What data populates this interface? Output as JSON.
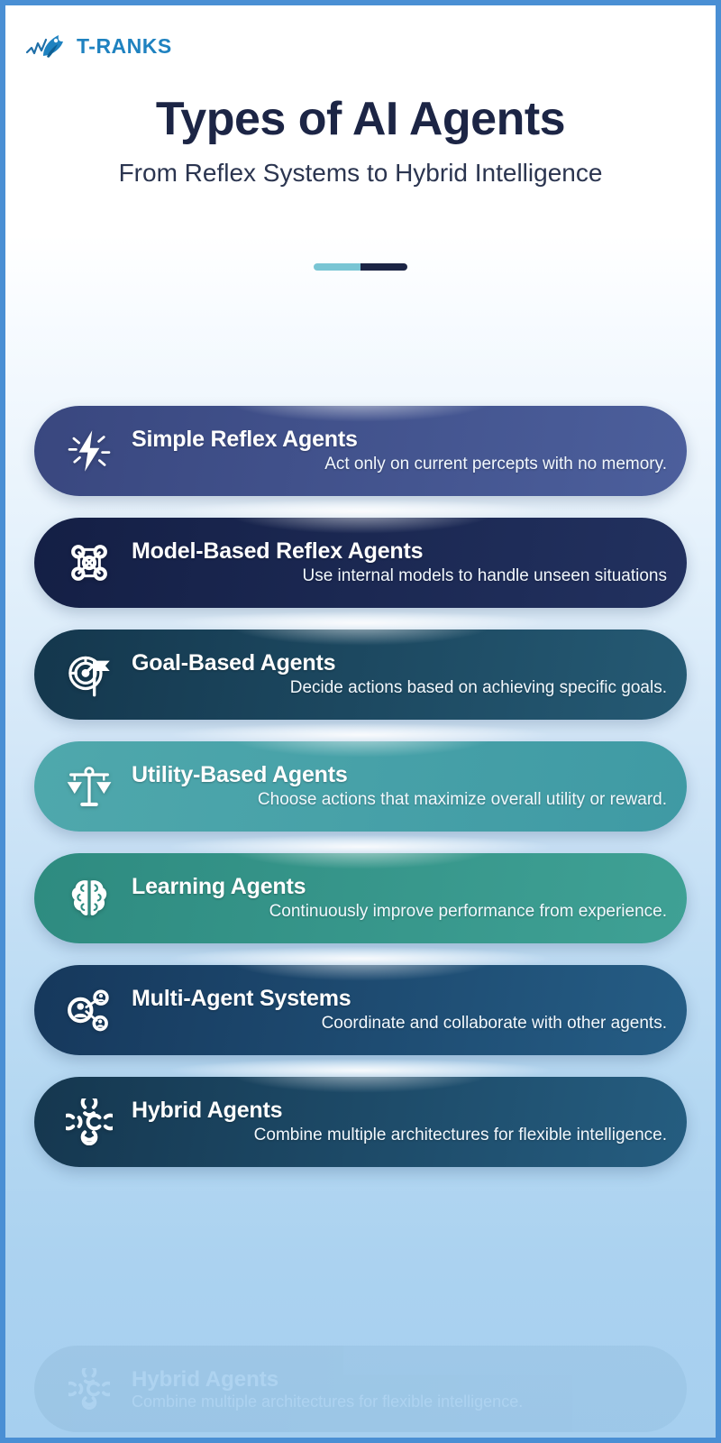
{
  "brand": {
    "wordmark": "T-RANKS",
    "logo_icon": "rocket-chart-icon",
    "color": "#1f82c0"
  },
  "header": {
    "title": "Types of AI Agents",
    "subtitle": "From Reflex Systems to Hybrid Intelligence",
    "divider_colors": [
      "#79c5d4",
      "#1c2545"
    ],
    "title_color": "#1c2545"
  },
  "background": {
    "frame_border_color": "#4a8fd4",
    "gradient_top": "#ffffff",
    "gradient_bottom": "#a6cfef"
  },
  "cards": [
    {
      "title": "Simple Reflex Agents",
      "description": "Act only on current percepts with no memory.",
      "icon": "lightning-bolt-icon",
      "color_from": "#39477f",
      "color_to": "#4c5f9c"
    },
    {
      "title": "Model-Based Reflex Agents",
      "description": "Use internal models to handle unseen situations",
      "icon": "network-nodes-icon",
      "color_from": "#141f45",
      "color_to": "#22315f"
    },
    {
      "title": "Goal-Based Agents",
      "description": "Decide actions based on achieving specific goals.",
      "icon": "target-flag-icon",
      "color_from": "#14374d",
      "color_to": "#255a74"
    },
    {
      "title": "Utility-Based Agents",
      "description": "Choose actions that maximize overall utility or reward.",
      "icon": "balance-scales-icon",
      "color_from": "#4fa8ac",
      "color_to": "#3f9aa4"
    },
    {
      "title": "Learning Agents",
      "description": "Continuously improve performance from experience.",
      "icon": "brain-icon",
      "color_from": "#2e8b80",
      "color_to": "#3fa195"
    },
    {
      "title": "Multi-Agent Systems",
      "description": "Coordinate and collaborate with other agents.",
      "icon": "multi-agent-network-icon",
      "color_from": "#16385c",
      "color_to": "#255d85"
    },
    {
      "title": "Hybrid Agents",
      "description": "Combine multiple architectures for flexible intelligence.",
      "icon": "hybrid-rings-icon",
      "color_from": "#15374f",
      "color_to": "#255d80"
    }
  ],
  "ghost": {
    "title": "Hybrid Agents",
    "description": "Combine multiple architectures for flexible intelligence.",
    "icon": "hybrid-rings-icon"
  }
}
